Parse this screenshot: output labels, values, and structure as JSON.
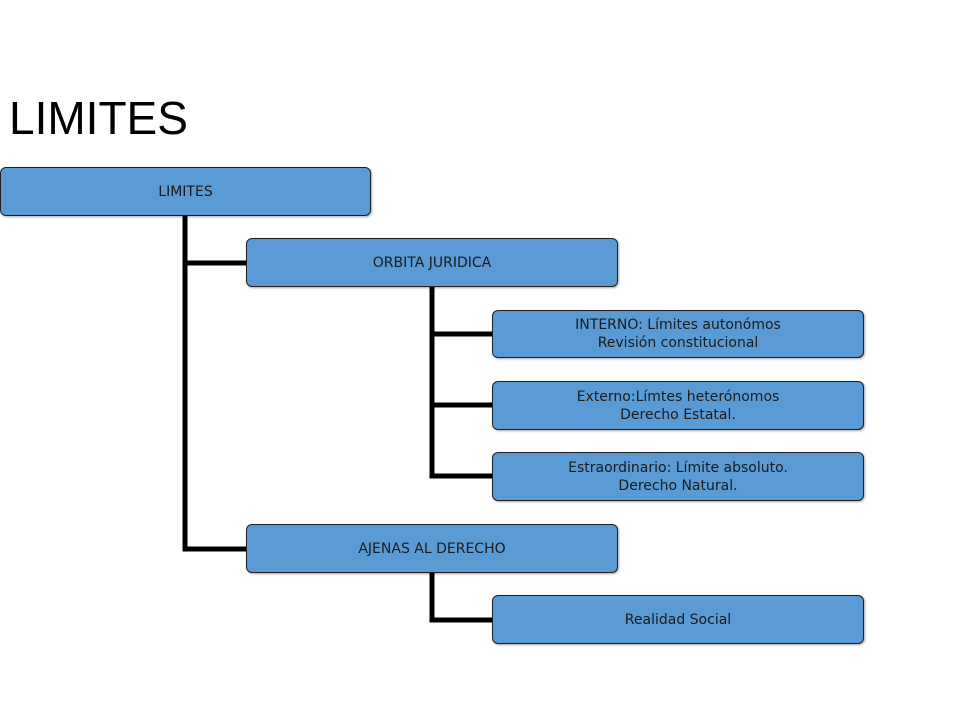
{
  "slide": {
    "title": "LIMITES"
  },
  "diagram": {
    "root": "LIMITES",
    "orbita_juridica": "ORBITA JURIDICA",
    "interno": "INTERNO: Límites autonómos\nRevisión constitucional",
    "externo": "Externo:Límtes heterónomos\nDerecho Estatal.",
    "estraordinario": "Estraordinario: Límite absoluto.\nDerecho Natural.",
    "ajenas_al_derecho": "AJENAS AL DERECHO",
    "realidad_social": "Realidad Social"
  },
  "colors": {
    "node_fill": "#5b9bd5",
    "connector": "#000000"
  }
}
